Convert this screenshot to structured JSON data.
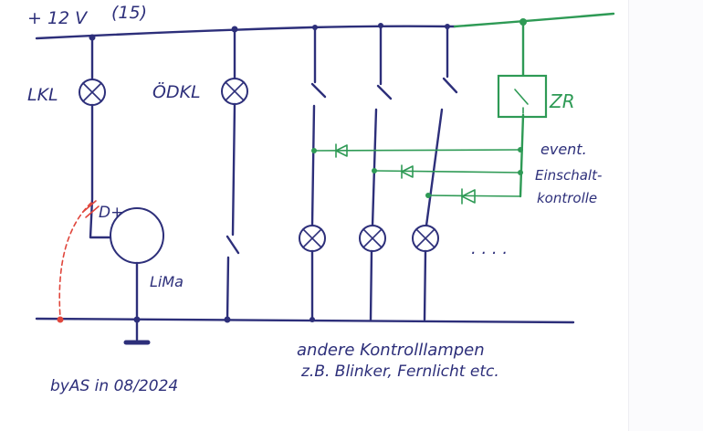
{
  "labels": {
    "supply": "+ 12 V",
    "terminal": "(15)",
    "lkl": "LKL",
    "odkl": "ÖDKL",
    "dplus": "D+",
    "lima": "LiMa",
    "zr": "ZR",
    "event_line1": "event.",
    "event_line2": "Einschalt-",
    "event_line3": "kontrolle",
    "dots": ". . . .",
    "others_line1": "andere Kontrolllampen",
    "others_line2": "z.B. Blinker, Fernlicht etc.",
    "signature": "byAS in 08/2024"
  },
  "colors": {
    "circuit": "#2d2f7a",
    "relay_circuit": "#2e9a55",
    "red_wire": "#e0463c",
    "paper": "#ffffff"
  }
}
